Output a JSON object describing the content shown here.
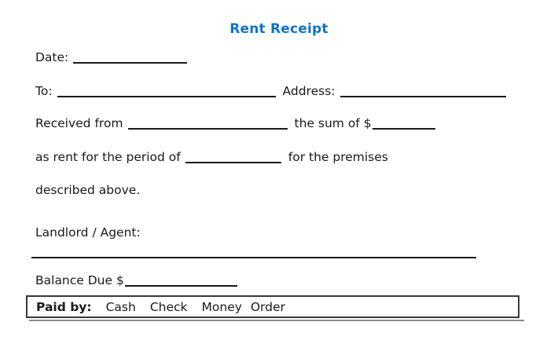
{
  "colors": {
    "accent": "#0f74c8",
    "text": "#1a1a1a",
    "rule_gray": "#8a8a8a"
  },
  "title": "Rent Receipt",
  "fields": {
    "date": {
      "label": "Date:"
    },
    "to": {
      "label": "To:"
    },
    "address": {
      "label": "Address:"
    },
    "received_from": {
      "label": "Received from"
    },
    "sum": {
      "label": "the sum of $"
    },
    "period": {
      "label": "as rent for the period of"
    },
    "premises": {
      "label": "for the premises"
    },
    "described": {
      "label": "described above."
    },
    "landlord": {
      "label": "Landlord / Agent:"
    },
    "balance": {
      "label": "Balance Due $"
    },
    "paid_by": {
      "label": "Paid by:",
      "options": [
        "Cash",
        "Check",
        "Money Order"
      ]
    }
  }
}
